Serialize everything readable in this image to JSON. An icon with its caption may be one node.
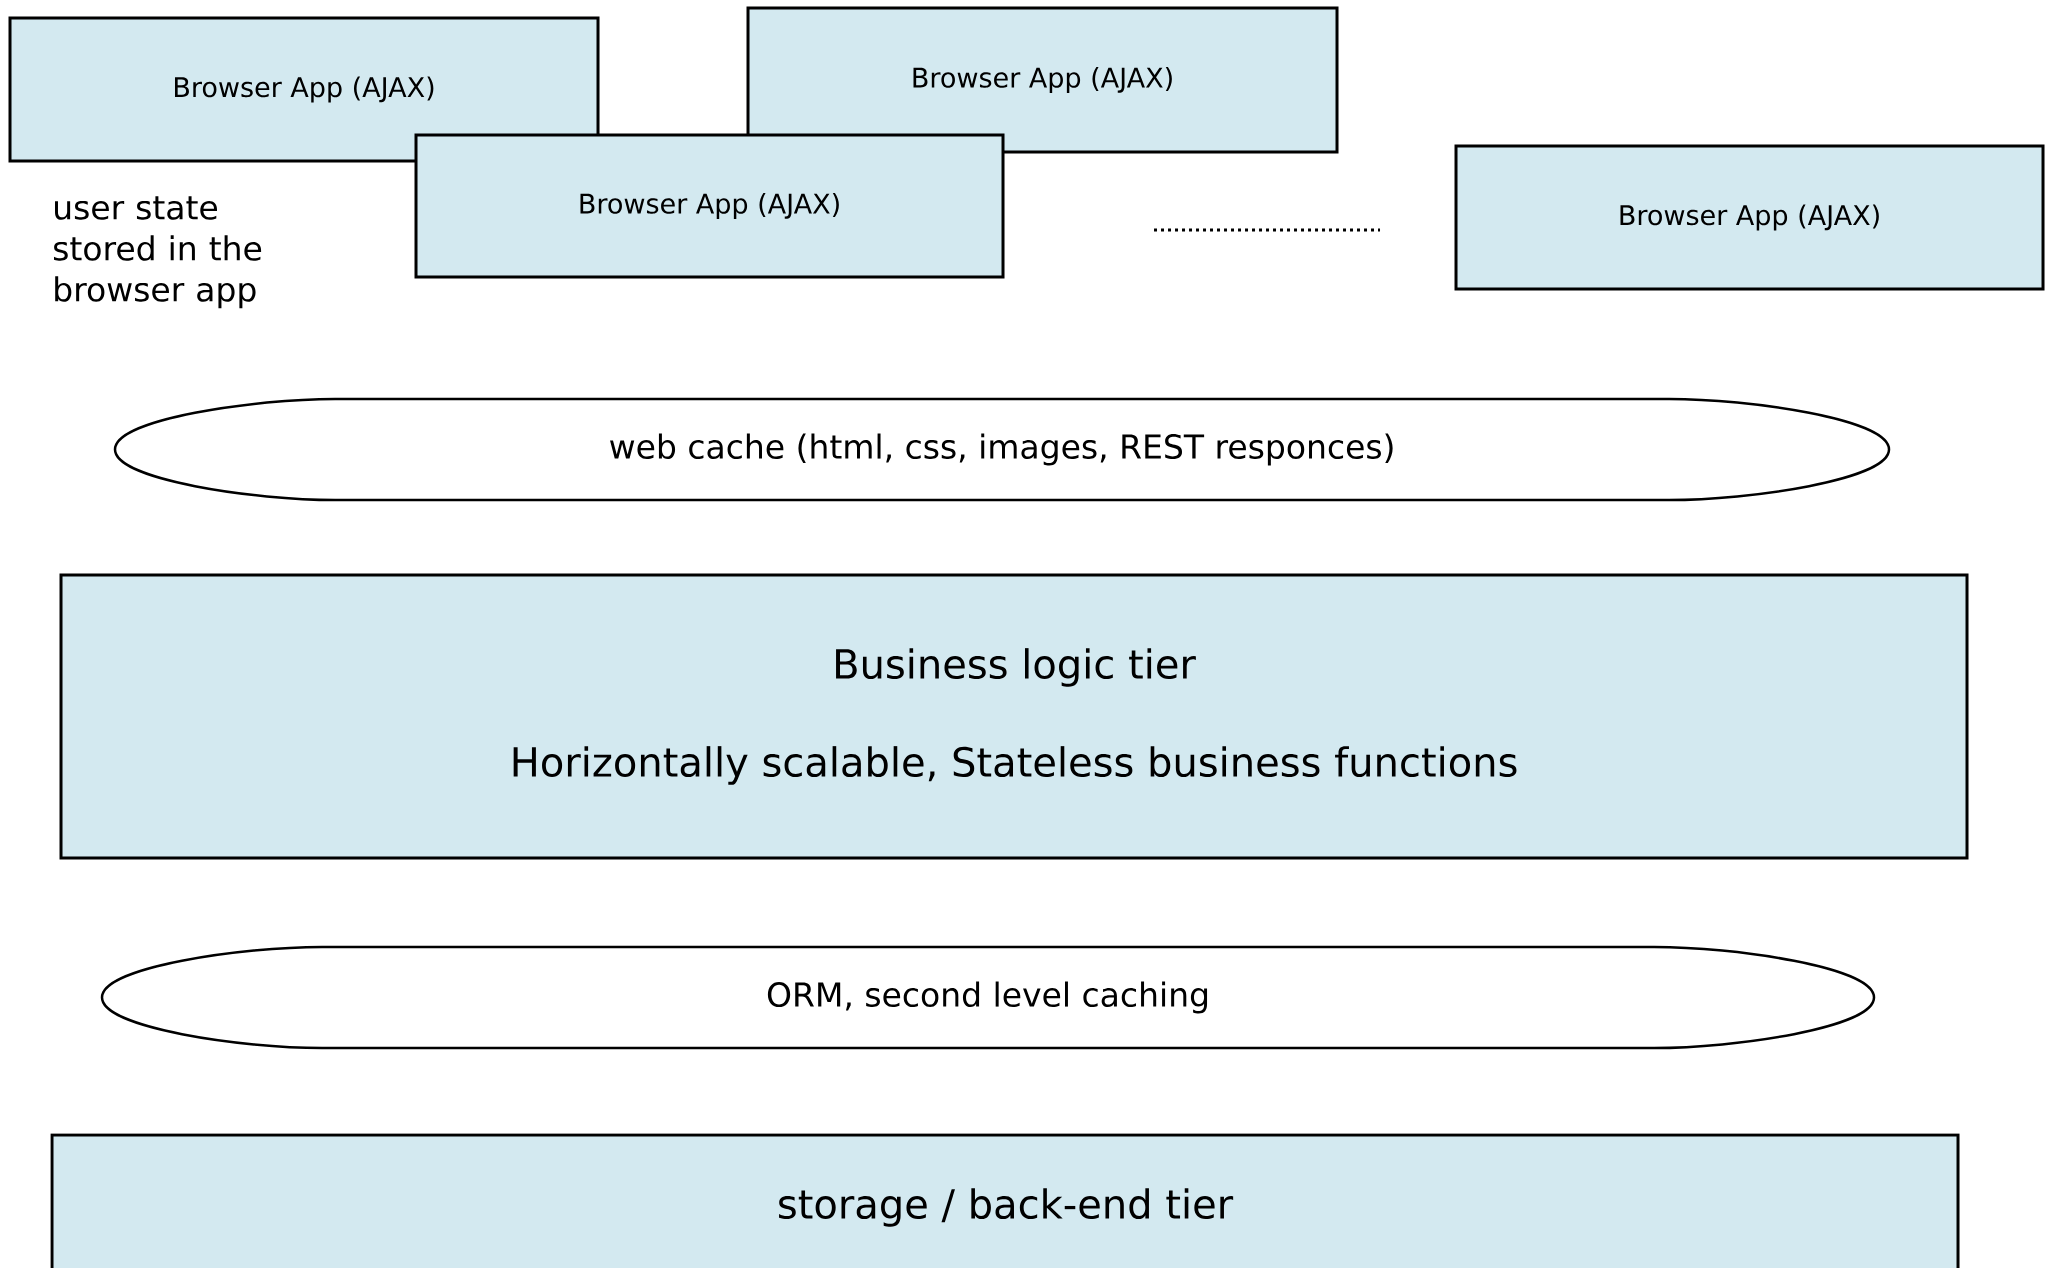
{
  "diagram": {
    "nodes": [
      {
        "text": [
          "Browser App (AJAX)"
        ]
      },
      {
        "text": [
          "Browser App (AJAX)"
        ]
      },
      {
        "text": [
          "Browser App (AJAX)"
        ]
      },
      {
        "text": [
          "Browser App (AJAX)"
        ]
      },
      {
        "text": [
          "web cache (html, css, images, REST responces)"
        ]
      },
      {
        "text": [
          "Business logic tier",
          "Horizontally scalable, Stateless business functions"
        ]
      },
      {
        "text": [
          "ORM, second level caching"
        ]
      },
      {
        "text": [
          "storage / back-end tier"
        ]
      }
    ],
    "labels": [
      "user state stored in the browser app"
    ]
  }
}
